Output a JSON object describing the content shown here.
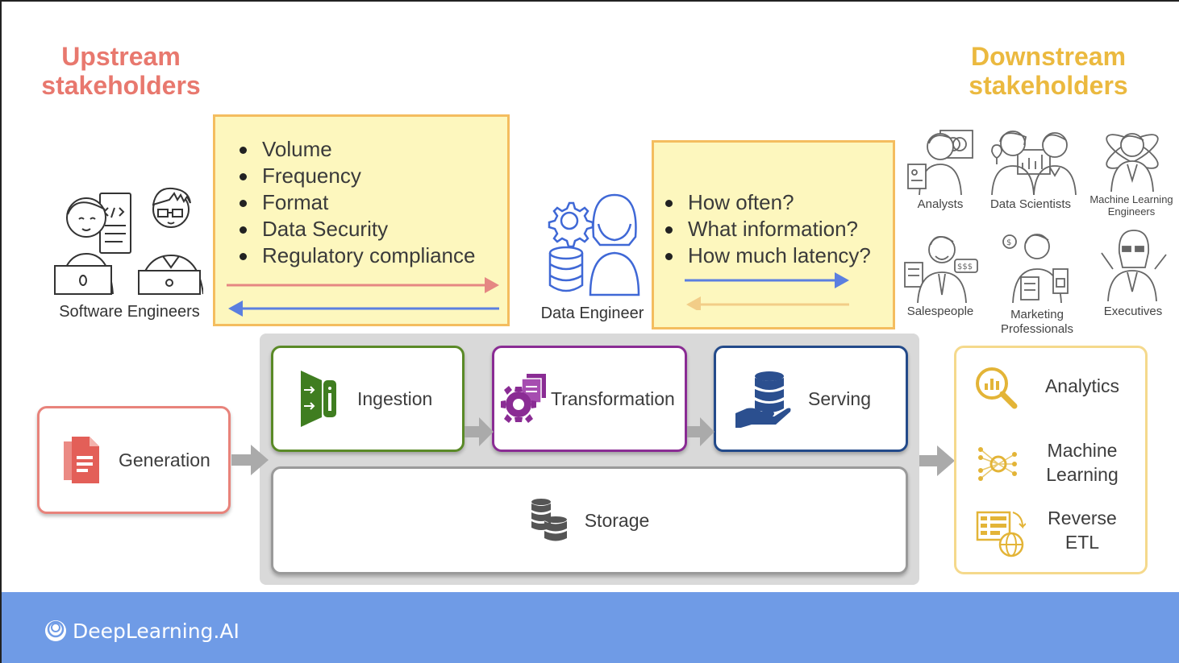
{
  "headings": {
    "upstream": "Upstream stakeholders",
    "downstream": "Downstream stakeholders"
  },
  "upstream_note": {
    "items": [
      "Volume",
      "Frequency",
      "Format",
      "Data Security",
      "Regulatory compliance"
    ]
  },
  "downstream_note": {
    "items": [
      "How often?",
      "What information?",
      "How much latency?"
    ]
  },
  "people": {
    "software_engineers": "Software Engineers",
    "data_engineer": "Data Engineer",
    "analysts": "Analysts",
    "data_scientists": "Data Scientists",
    "ml_engineers": "Machine Learning Engineers",
    "salespeople": "Salespeople",
    "marketing": "Marketing Professionals",
    "executives": "Executives"
  },
  "stages": {
    "generation": "Generation",
    "ingestion": "Ingestion",
    "transformation": "Transformation",
    "serving": "Serving",
    "storage": "Storage"
  },
  "outputs": {
    "analytics": "Analytics",
    "machine_learning": "Machine Learning",
    "reverse_etl": "Reverse ETL"
  },
  "footer": {
    "brand": "DeepLearning.AI"
  },
  "colors": {
    "upstream": "#e8786e",
    "downstream": "#ebb93f",
    "note_bg": "#fdf7be",
    "note_border": "#f4bd5f",
    "generation": "#e8786e",
    "ingestion": "#5a8a27",
    "transformation": "#8a2c94",
    "serving": "#234a8a",
    "storage": "#999999",
    "footer": "#6f9be6"
  }
}
